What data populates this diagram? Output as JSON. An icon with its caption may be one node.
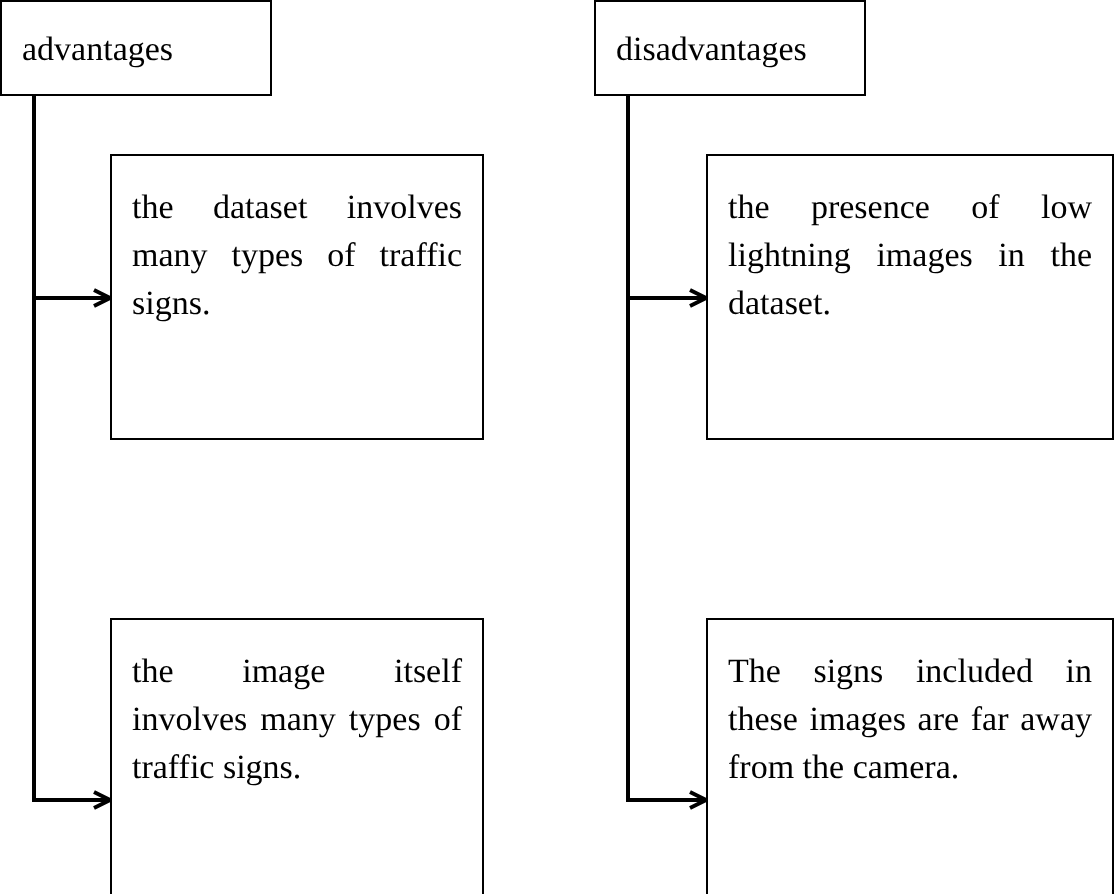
{
  "diagram": {
    "nodes": [
      {
        "text": [
          "advantages"
        ]
      },
      {
        "text": [
          "the dataset involves many types of traffic signs."
        ]
      },
      {
        "text": [
          "the image itself involves many types of traffic signs."
        ]
      },
      {
        "text": [
          "disadvantages"
        ]
      },
      {
        "text": [
          "the presence of low lightning images in the dataset."
        ]
      },
      {
        "text": [
          "The signs included in these images are far away from the camera."
        ]
      }
    ],
    "edges": [
      {
        "from": 0,
        "to": 1,
        "arrow": "to"
      },
      {
        "from": 0,
        "to": 2,
        "arrow": "to"
      },
      {
        "from": 3,
        "to": 4,
        "arrow": "to"
      },
      {
        "from": 3,
        "to": 5,
        "arrow": "to"
      }
    ]
  }
}
